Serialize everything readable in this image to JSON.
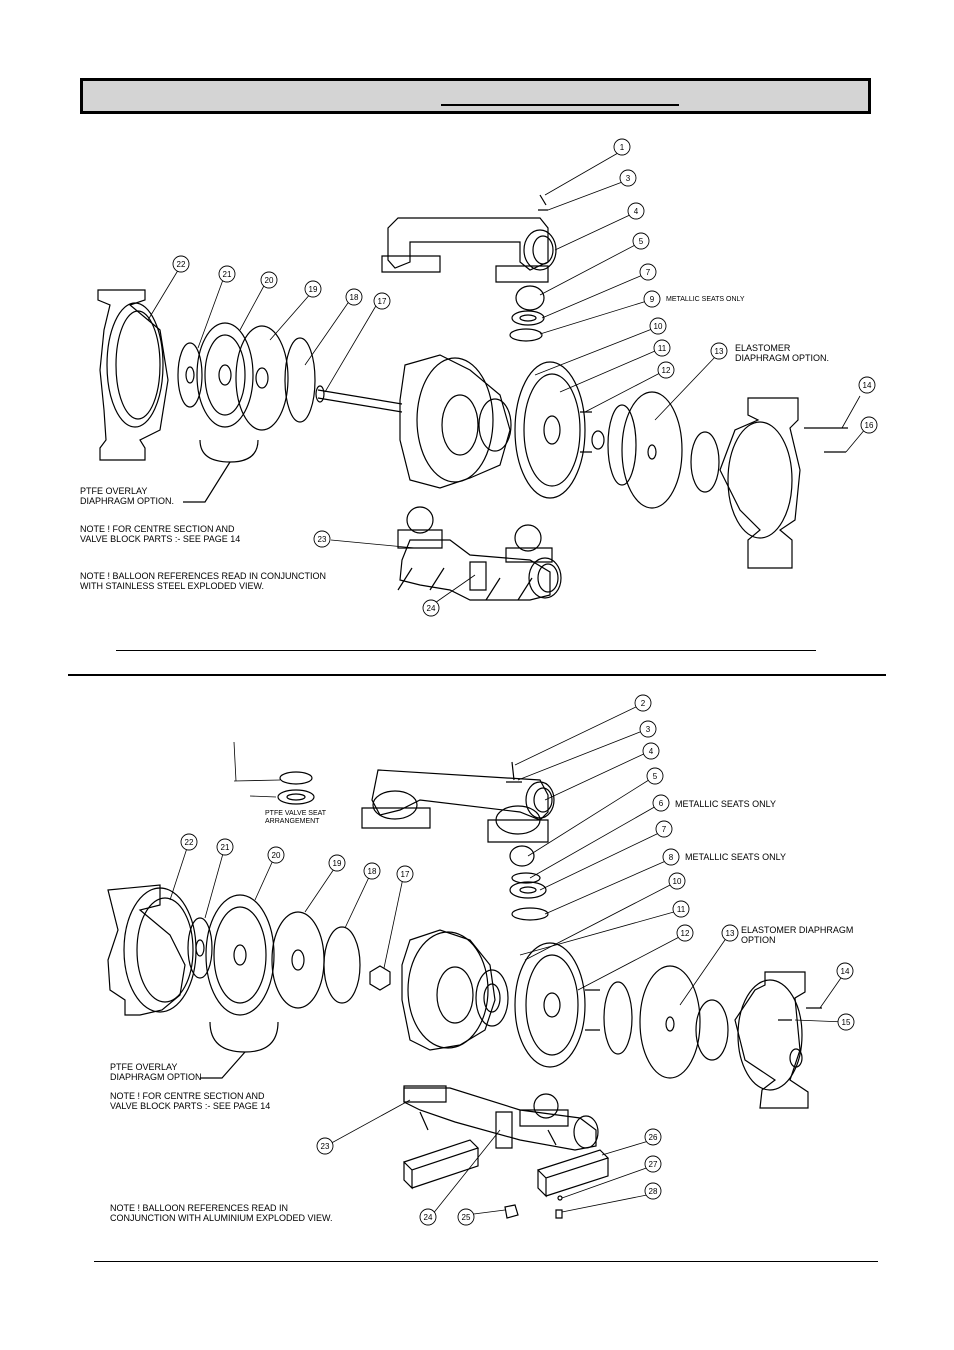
{
  "header": {
    "title": ""
  },
  "section_a": {
    "balloons": [
      "1",
      "3",
      "4",
      "5",
      "7",
      "9",
      "10",
      "11",
      "12",
      "13",
      "14",
      "16",
      "17",
      "18",
      "19",
      "20",
      "21",
      "22",
      "23",
      "24"
    ],
    "labels": {
      "metallic_seats": "METALLIC SEATS ONLY",
      "elastomer": "ELASTOMER\nDIAPHRAGM OPTION.",
      "ptfe_overlay": "PTFE OVERLAY\nDIAPHRAGM OPTION.",
      "note_centre": "NOTE ! FOR CENTRE SECTION AND\nVALVE BLOCK PARTS :- SEE PAGE 14",
      "note_balloon": "NOTE ! BALLOON REFERENCES READ IN CONJUNCTION\nWITH STAINLESS STEEL EXPLODED VIEW."
    }
  },
  "section_b": {
    "balloons": [
      "2",
      "3",
      "4",
      "5",
      "6",
      "7",
      "8",
      "10",
      "11",
      "12",
      "13",
      "14",
      "15",
      "17",
      "18",
      "19",
      "20",
      "21",
      "22",
      "23",
      "24",
      "25",
      "26",
      "27",
      "28"
    ],
    "labels": {
      "ptfe_valve_seat": "PTFE VALVE SEAT\nARRANGEMENT",
      "metallic_seats_6": "METALLIC SEATS ONLY",
      "metallic_seats_8": "METALLIC SEATS ONLY",
      "elastomer": "ELASTOMER DIAPHRAGM\nOPTION",
      "ptfe_overlay": "PTFE OVERLAY\nDIAPHRAGM OPTION",
      "note_centre": "NOTE ! FOR CENTRE SECTION AND\nVALVE BLOCK PARTS :- SEE PAGE 14",
      "note_balloon": "NOTE ! BALLOON REFERENCES READ IN\nCONJUNCTION WITH ALUMINIUM EXPLODED VIEW."
    }
  }
}
